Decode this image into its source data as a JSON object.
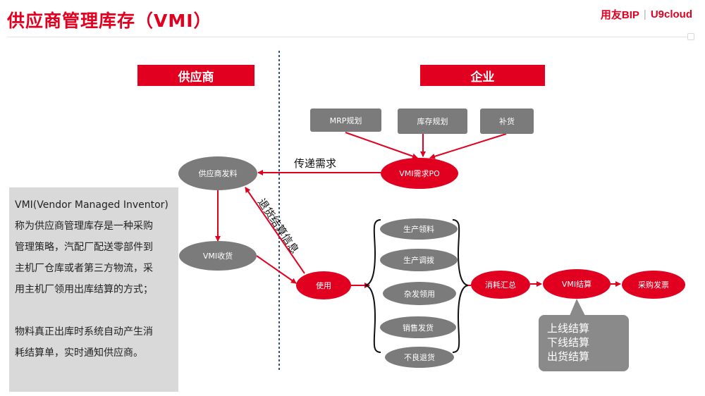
{
  "header": {
    "title": "供应商管理库存（VMI）",
    "logo_left": "用友BIP",
    "logo_sep": "|",
    "logo_right": "U9cloud"
  },
  "sections": {
    "supplier": "供应商",
    "enterprise": "企业"
  },
  "planning": {
    "mrp": "MRP规划",
    "inventory_plan": "库存规划",
    "replenish": "补货"
  },
  "nodes": {
    "vmi_po": "VMI需求PO",
    "supplier_ship": "供应商发料",
    "vmi_receive": "VMI收货",
    "use": "使用",
    "consume_summary": "消耗汇总",
    "vmi_settle": "VMI结算",
    "purchase_invoice": "采购发票"
  },
  "usage_types": [
    "生产领料",
    "生产调拨",
    "杂发领用",
    "销售发货",
    "不良退货"
  ],
  "edges": {
    "transmit_demand": "传递需求",
    "return_settle_info": "退货结算信息"
  },
  "description": {
    "para1": [
      "VMI(Vendor Managed Inventor)",
      "称为供应商管理库存是一种采购",
      "管理策略，汽配厂配送零部件到",
      "主机厂仓库或者第三方物流，采",
      "用主机厂领用出库结算的方式；"
    ],
    "para2": [
      "物料真正出库时系统自动产生消",
      "耗结算单，实时通知供应商。"
    ]
  },
  "callout": [
    "上线结算",
    "下线结算",
    "出货结算"
  ],
  "colors": {
    "accent": "#e1001f",
    "node_gray": "#7b7b7b",
    "panel_gray": "#d9d9d9"
  }
}
